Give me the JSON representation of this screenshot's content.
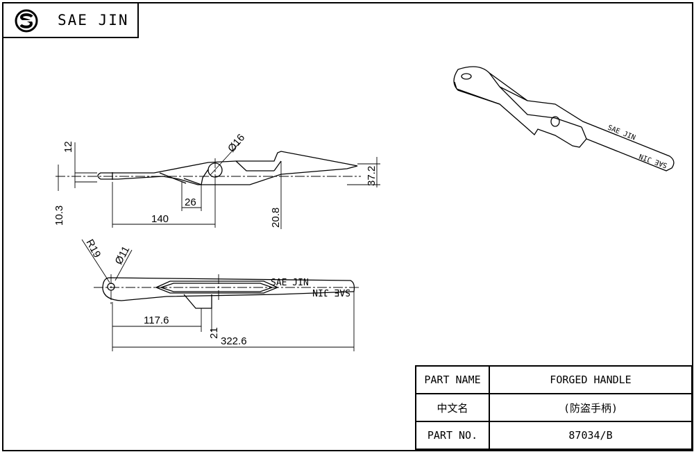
{
  "brand": {
    "name": "SAE JIN",
    "logo_icon": "s-circle-logo-icon"
  },
  "views": {
    "side": {
      "dim_12": "12",
      "dim_10_3": "10.3",
      "dim_d16": "Ø16",
      "dim_26": "26",
      "dim_140": "140",
      "dim_20_8": "20.8",
      "dim_37_2": "37.2"
    },
    "top": {
      "dim_r19": "R19",
      "dim_d11": "Ø11",
      "dim_117_6": "117.6",
      "dim_21": "21",
      "dim_322_6": "322.6",
      "engraving_top": "SAE JIN",
      "engraving_bottom": "SAE JIN"
    },
    "iso": {
      "engraving_1": "SAE JIN",
      "engraving_2": "SAE JIN"
    }
  },
  "title_block": {
    "rows": [
      {
        "label": "PART NAME",
        "value": "FORGED HANDLE"
      },
      {
        "label": "中文名",
        "value": "(防盗手柄)"
      },
      {
        "label": "PART NO.",
        "value": "87034/B"
      }
    ]
  }
}
